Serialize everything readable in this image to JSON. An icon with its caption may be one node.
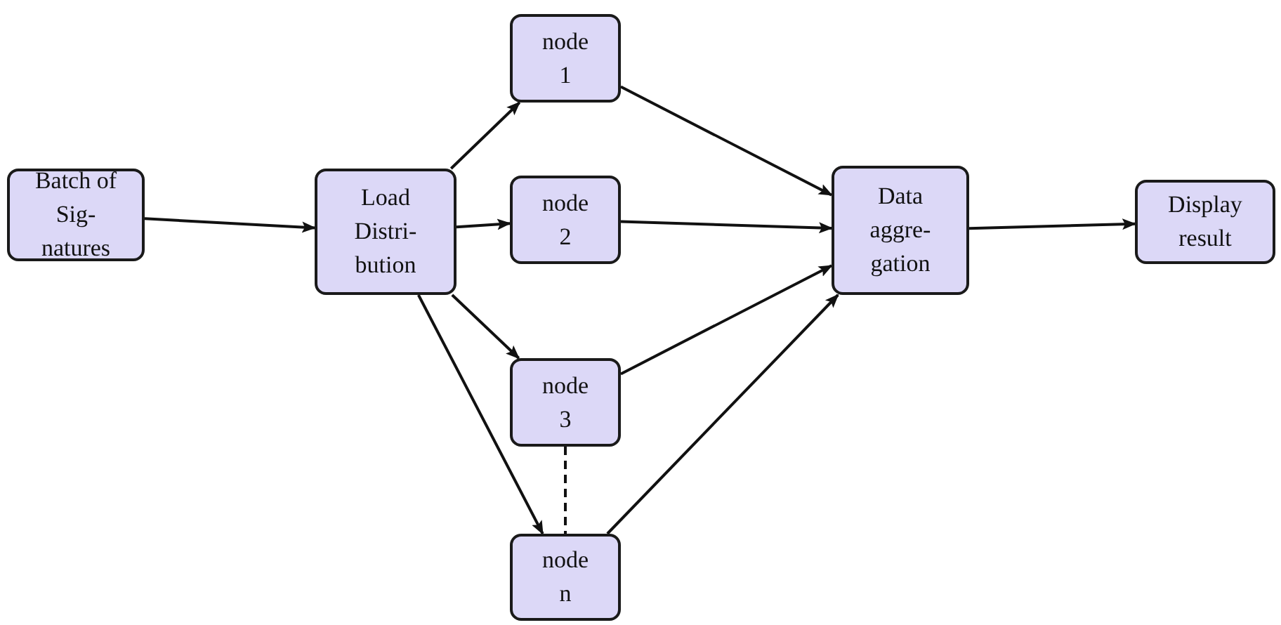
{
  "diagram": {
    "nodes": [
      {
        "text": [
          "Batch of Sig- natures"
        ]
      },
      {
        "text": [
          "Load Distri- bution"
        ]
      },
      {
        "text": [
          "node 1"
        ]
      },
      {
        "text": [
          "node 2"
        ]
      },
      {
        "text": [
          "node 3"
        ]
      },
      {
        "text": [
          "node n"
        ]
      },
      {
        "text": [
          "Data aggre- gation"
        ]
      },
      {
        "text": [
          "Display result"
        ]
      }
    ],
    "edges": [
      {
        "from": 0,
        "to": 1,
        "arrow": "to"
      },
      {
        "from": 1,
        "to": 2,
        "arrow": "to"
      },
      {
        "from": 1,
        "to": 3,
        "arrow": "to"
      },
      {
        "from": 1,
        "to": 4,
        "arrow": "to"
      },
      {
        "from": 1,
        "to": 5,
        "arrow": "to"
      },
      {
        "from": 2,
        "to": 6,
        "arrow": "to"
      },
      {
        "from": 3,
        "to": 6,
        "arrow": "to"
      },
      {
        "from": 4,
        "to": 6,
        "arrow": "to"
      },
      {
        "from": 5,
        "to": 6,
        "arrow": "to"
      },
      {
        "from": 4,
        "to": 5,
        "arrow": "none",
        "style": "dashed"
      },
      {
        "from": 6,
        "to": 7,
        "arrow": "to"
      }
    ]
  }
}
